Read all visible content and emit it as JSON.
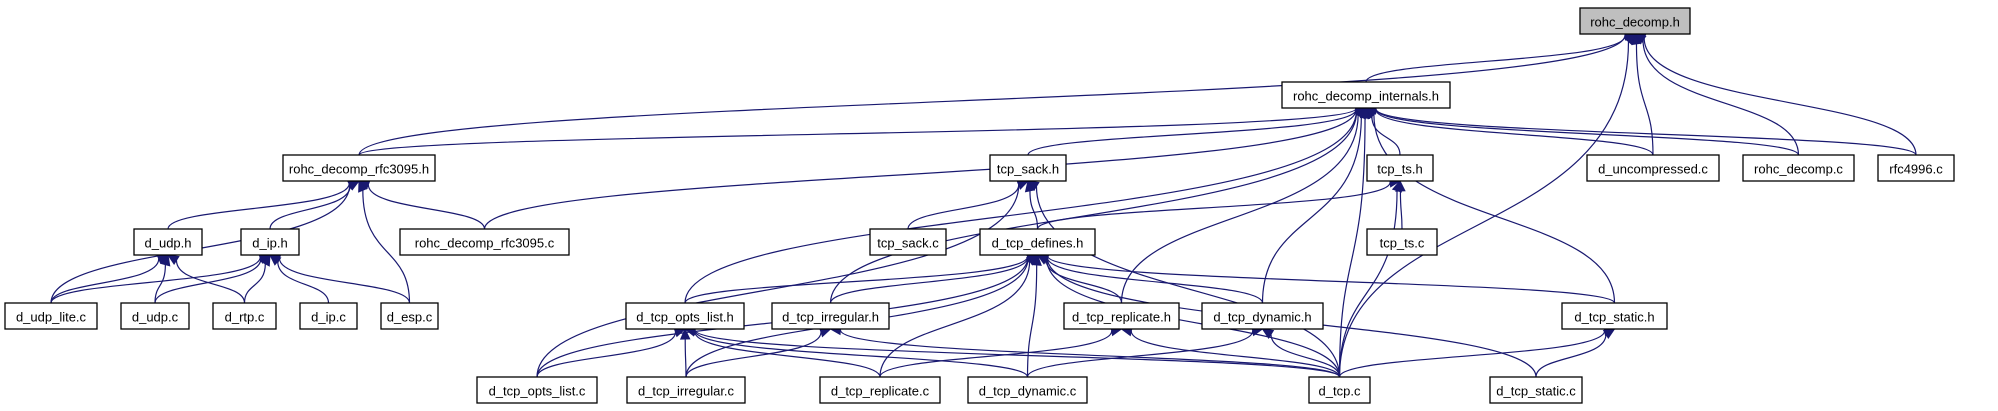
{
  "title": "rohc_decomp.h include dependency graph",
  "colors": {
    "edge": "#191970",
    "root_fill": "#bfbfbf",
    "node_fill": "#ffffff",
    "node_border": "#000000"
  },
  "nodes": [
    {
      "id": "rohc_decomp_h",
      "label": "rohc_decomp.h",
      "root": true
    },
    {
      "id": "rohc_decomp_internals_h",
      "label": "rohc_decomp_internals.h"
    },
    {
      "id": "rohc_decomp_rfc3095_h",
      "label": "rohc_decomp_rfc3095.h"
    },
    {
      "id": "tcp_sack_h",
      "label": "tcp_sack.h"
    },
    {
      "id": "tcp_ts_h",
      "label": "tcp_ts.h"
    },
    {
      "id": "d_uncompressed_c",
      "label": "d_uncompressed.c"
    },
    {
      "id": "rohc_decomp_c",
      "label": "rohc_decomp.c"
    },
    {
      "id": "rfc4996_c",
      "label": "rfc4996.c"
    },
    {
      "id": "d_udp_h",
      "label": "d_udp.h"
    },
    {
      "id": "d_ip_h",
      "label": "d_ip.h"
    },
    {
      "id": "rohc_decomp_rfc3095_c",
      "label": "rohc_decomp_rfc3095.c"
    },
    {
      "id": "tcp_sack_c",
      "label": "tcp_sack.c"
    },
    {
      "id": "d_tcp_defines_h",
      "label": "d_tcp_defines.h"
    },
    {
      "id": "tcp_ts_c",
      "label": "tcp_ts.c"
    },
    {
      "id": "d_udp_lite_c",
      "label": "d_udp_lite.c"
    },
    {
      "id": "d_udp_c",
      "label": "d_udp.c"
    },
    {
      "id": "d_rtp_c",
      "label": "d_rtp.c"
    },
    {
      "id": "d_ip_c",
      "label": "d_ip.c"
    },
    {
      "id": "d_esp_c",
      "label": "d_esp.c"
    },
    {
      "id": "d_tcp_opts_list_h",
      "label": "d_tcp_opts_list.h"
    },
    {
      "id": "d_tcp_irregular_h",
      "label": "d_tcp_irregular.h"
    },
    {
      "id": "d_tcp_replicate_h",
      "label": "d_tcp_replicate.h"
    },
    {
      "id": "d_tcp_dynamic_h",
      "label": "d_tcp_dynamic.h"
    },
    {
      "id": "d_tcp_static_h",
      "label": "d_tcp_static.h"
    },
    {
      "id": "d_tcp_opts_list_c",
      "label": "d_tcp_opts_list.c"
    },
    {
      "id": "d_tcp_irregular_c",
      "label": "d_tcp_irregular.c"
    },
    {
      "id": "d_tcp_replicate_c",
      "label": "d_tcp_replicate.c"
    },
    {
      "id": "d_tcp_dynamic_c",
      "label": "d_tcp_dynamic.c"
    },
    {
      "id": "d_tcp_c",
      "label": "d_tcp.c"
    },
    {
      "id": "d_tcp_static_c",
      "label": "d_tcp_static.c"
    }
  ],
  "edges": [
    {
      "from": "rohc_decomp_internals_h",
      "to": "rohc_decomp_h"
    },
    {
      "from": "rohc_decomp_rfc3095_h",
      "to": "rohc_decomp_h"
    },
    {
      "from": "d_uncompressed_c",
      "to": "rohc_decomp_h"
    },
    {
      "from": "rohc_decomp_c",
      "to": "rohc_decomp_h"
    },
    {
      "from": "rfc4996_c",
      "to": "rohc_decomp_h"
    },
    {
      "from": "d_tcp_c",
      "to": "rohc_decomp_h"
    },
    {
      "from": "rohc_decomp_rfc3095_h",
      "to": "rohc_decomp_internals_h"
    },
    {
      "from": "rohc_decomp_rfc3095_c",
      "to": "rohc_decomp_internals_h"
    },
    {
      "from": "tcp_sack_h",
      "to": "rohc_decomp_internals_h"
    },
    {
      "from": "tcp_ts_h",
      "to": "rohc_decomp_internals_h"
    },
    {
      "from": "d_uncompressed_c",
      "to": "rohc_decomp_internals_h"
    },
    {
      "from": "rohc_decomp_c",
      "to": "rohc_decomp_internals_h"
    },
    {
      "from": "rfc4996_c",
      "to": "rohc_decomp_internals_h"
    },
    {
      "from": "d_tcp_opts_list_h",
      "to": "rohc_decomp_internals_h"
    },
    {
      "from": "d_tcp_irregular_h",
      "to": "rohc_decomp_internals_h"
    },
    {
      "from": "d_tcp_replicate_h",
      "to": "rohc_decomp_internals_h"
    },
    {
      "from": "d_tcp_dynamic_h",
      "to": "rohc_decomp_internals_h"
    },
    {
      "from": "d_tcp_static_h",
      "to": "rohc_decomp_internals_h"
    },
    {
      "from": "d_tcp_c",
      "to": "rohc_decomp_internals_h"
    },
    {
      "from": "d_udp_h",
      "to": "rohc_decomp_rfc3095_h"
    },
    {
      "from": "d_ip_h",
      "to": "rohc_decomp_rfc3095_h"
    },
    {
      "from": "rohc_decomp_rfc3095_c",
      "to": "rohc_decomp_rfc3095_h"
    },
    {
      "from": "d_udp_lite_c",
      "to": "rohc_decomp_rfc3095_h"
    },
    {
      "from": "d_esp_c",
      "to": "rohc_decomp_rfc3095_h"
    },
    {
      "from": "d_udp_lite_c",
      "to": "d_udp_h"
    },
    {
      "from": "d_udp_c",
      "to": "d_udp_h"
    },
    {
      "from": "d_rtp_c",
      "to": "d_udp_h"
    },
    {
      "from": "d_udp_lite_c",
      "to": "d_ip_h"
    },
    {
      "from": "d_udp_c",
      "to": "d_ip_h"
    },
    {
      "from": "d_rtp_c",
      "to": "d_ip_h"
    },
    {
      "from": "d_ip_c",
      "to": "d_ip_h"
    },
    {
      "from": "d_esp_c",
      "to": "d_ip_h"
    },
    {
      "from": "tcp_sack_c",
      "to": "tcp_sack_h"
    },
    {
      "from": "d_tcp_defines_h",
      "to": "tcp_sack_h"
    },
    {
      "from": "d_tcp_opts_list_c",
      "to": "tcp_sack_h"
    },
    {
      "from": "d_tcp_c",
      "to": "tcp_sack_h"
    },
    {
      "from": "tcp_ts_c",
      "to": "tcp_ts_h"
    },
    {
      "from": "d_tcp_defines_h",
      "to": "tcp_ts_h"
    },
    {
      "from": "d_tcp_c",
      "to": "tcp_ts_h"
    },
    {
      "from": "d_tcp_opts_list_h",
      "to": "d_tcp_defines_h"
    },
    {
      "from": "d_tcp_irregular_h",
      "to": "d_tcp_defines_h"
    },
    {
      "from": "d_tcp_replicate_h",
      "to": "d_tcp_defines_h"
    },
    {
      "from": "d_tcp_dynamic_h",
      "to": "d_tcp_defines_h"
    },
    {
      "from": "d_tcp_static_h",
      "to": "d_tcp_defines_h"
    },
    {
      "from": "d_tcp_opts_list_c",
      "to": "d_tcp_defines_h"
    },
    {
      "from": "d_tcp_irregular_c",
      "to": "d_tcp_defines_h"
    },
    {
      "from": "d_tcp_replicate_c",
      "to": "d_tcp_defines_h"
    },
    {
      "from": "d_tcp_dynamic_c",
      "to": "d_tcp_defines_h"
    },
    {
      "from": "d_tcp_c",
      "to": "d_tcp_defines_h"
    },
    {
      "from": "d_tcp_static_c",
      "to": "d_tcp_defines_h"
    },
    {
      "from": "d_tcp_opts_list_c",
      "to": "d_tcp_opts_list_h"
    },
    {
      "from": "d_tcp_irregular_c",
      "to": "d_tcp_opts_list_h"
    },
    {
      "from": "d_tcp_replicate_c",
      "to": "d_tcp_opts_list_h"
    },
    {
      "from": "d_tcp_dynamic_c",
      "to": "d_tcp_opts_list_h"
    },
    {
      "from": "d_tcp_c",
      "to": "d_tcp_opts_list_h"
    },
    {
      "from": "d_tcp_irregular_c",
      "to": "d_tcp_irregular_h"
    },
    {
      "from": "d_tcp_c",
      "to": "d_tcp_irregular_h"
    },
    {
      "from": "d_tcp_replicate_c",
      "to": "d_tcp_replicate_h"
    },
    {
      "from": "d_tcp_c",
      "to": "d_tcp_replicate_h"
    },
    {
      "from": "d_tcp_dynamic_c",
      "to": "d_tcp_dynamic_h"
    },
    {
      "from": "d_tcp_c",
      "to": "d_tcp_dynamic_h"
    },
    {
      "from": "d_tcp_static_c",
      "to": "d_tcp_static_h"
    },
    {
      "from": "d_tcp_c",
      "to": "d_tcp_static_h"
    }
  ]
}
